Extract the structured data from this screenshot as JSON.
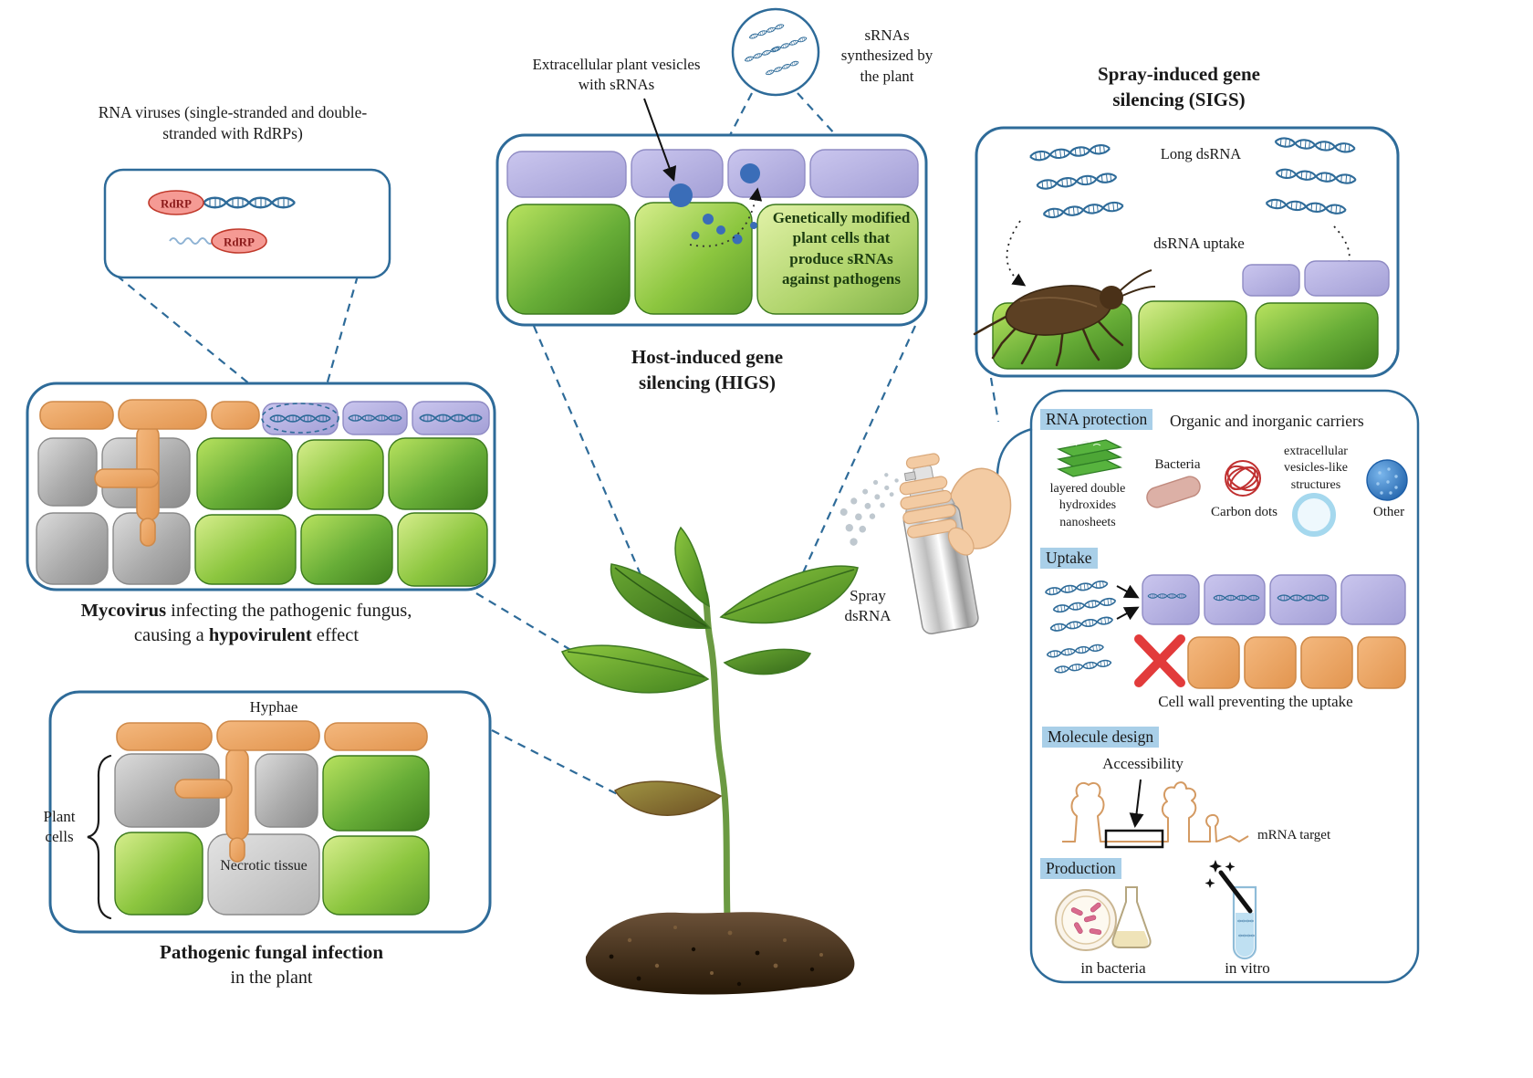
{
  "colors": {
    "outline_blue": "#2e6b99",
    "highlight_blue": "#a9cfe8",
    "cell_green": "#6db33b",
    "cell_purple": "#aca8db",
    "cell_orange": "#eda463",
    "dot_blue": "#3a6db8",
    "rdrp_red": "#f59a94",
    "x_red": "#e23b3b"
  },
  "rna_virus_box": {
    "title": "RNA viruses (single-stranded and double-stranded with RdRPs)",
    "rdrp_label": "RdRP"
  },
  "mycovirus": {
    "caption_bold_1": "Mycovirus",
    "caption_text_1": " infecting the pathogenic fungus, causing a ",
    "caption_bold_2": "hypovirulent",
    "caption_text_2": " effect"
  },
  "fungal_infection": {
    "hyphae_label": "Hyphae",
    "plant_cells_label": "Plant cells",
    "necrotic_label": "Necrotic tissue",
    "caption_bold": "Pathogenic fungal infection",
    "caption_rest": "in the plant"
  },
  "higs": {
    "vesicles_label": "Extracellular plant vesicles with sRNAs",
    "srnas_label": "sRNAs synthesized by the plant",
    "gm_cells_text": "Genetically modified plant cells that produce sRNAs against pathogens",
    "caption": "Host-induced gene silencing (HIGS)"
  },
  "sigs": {
    "title": "Spray-induced gene silencing (SIGS)",
    "long_dsrna_label": "Long dsRNA",
    "uptake_label": "dsRNA uptake"
  },
  "spray": {
    "label": "Spray dsRNA"
  },
  "panel": {
    "rna_protection": {
      "heading": "RNA protection",
      "subtitle": "Organic and inorganic carriers",
      "carrier_ldh": "layered double hydroxides nanosheets",
      "carrier_bacteria": "Bacteria",
      "carrier_carbon_dots": "Carbon dots",
      "carrier_vesicles": "extracellular vesicles-like structures",
      "carrier_other": "Other"
    },
    "uptake": {
      "heading": "Uptake",
      "cell_wall_note": "Cell wall preventing the uptake"
    },
    "molecule_design": {
      "heading": "Molecule design",
      "accessibility_label": "Accessibility",
      "mrna_target_label": "mRNA target"
    },
    "production": {
      "heading": "Production",
      "in_bacteria_label": "in bacteria",
      "in_vitro_label": "in vitro"
    }
  }
}
